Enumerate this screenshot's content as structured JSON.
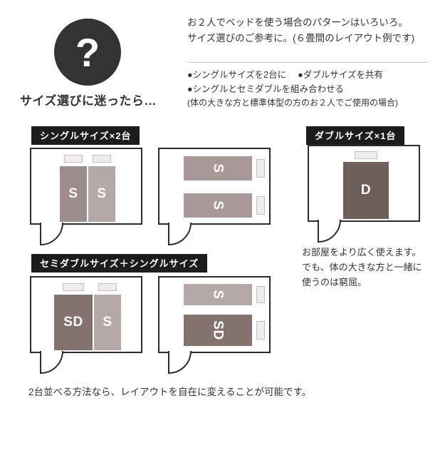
{
  "header": {
    "question_mark": "?",
    "catch_phrase": "サイズ選びに迷ったら…",
    "intro_lines": [
      "お２人でベッドを使う場合のパターンはいろいろ。",
      "サイズ選びのご参考に。(６畳間のレイアウト例です)"
    ],
    "bullets": [
      "●シングルサイズを2台に",
      "●ダブルサイズを共有",
      "●シングルとセミダブルを組み合わせる"
    ],
    "bullets_note": "(体の大きな方と標準体型の方のお２人でご使用の場合)"
  },
  "sections": {
    "single_x2": {
      "badge": "シングルサイズ×2台"
    },
    "double_x1": {
      "badge": "ダブルサイズ×1台",
      "note_lines": [
        "お部屋をより広く使えます。",
        "でも、体の大きな方と一緒に",
        "使うのは窮屈。"
      ]
    },
    "semidouble_plus_single": {
      "badge": "セミダブルサイズ＋シングルサイズ"
    }
  },
  "bed_labels": {
    "single": "S",
    "semi_double": "SD",
    "double": "D"
  },
  "footer_note": "2台並べる方法なら、レイアウトを自在に変えることが可能です。",
  "colors": {
    "badge_bg": "#1c1c1c",
    "circle_bg": "#333333",
    "bed_single_light": "#b5a8a8",
    "bed_single_dark": "#9e8d8d",
    "bed_semi_double": "#84726e",
    "bed_double": "#6e5f5b",
    "pillow_bg": "#efedec",
    "wall": "#2e2b2a"
  }
}
